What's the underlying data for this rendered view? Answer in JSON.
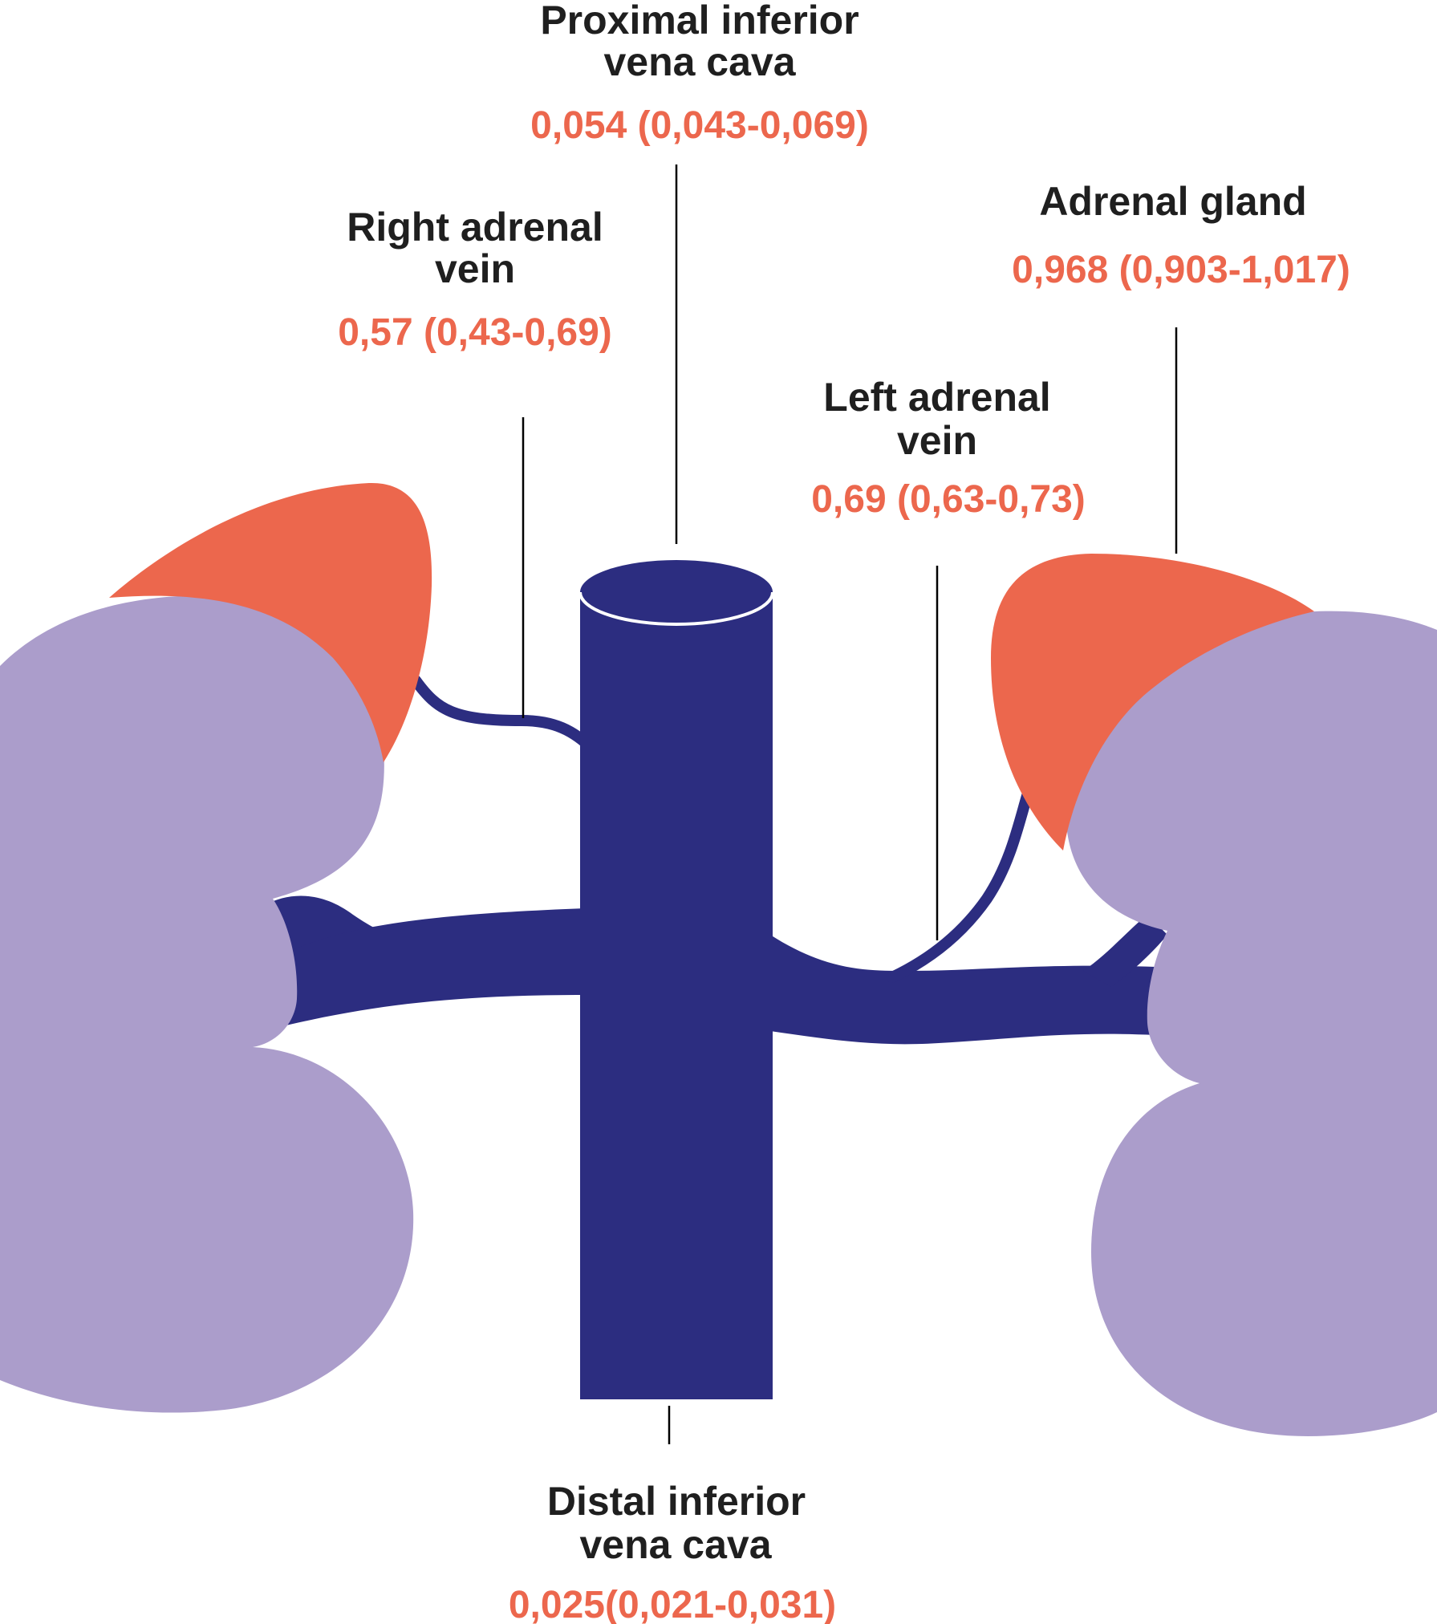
{
  "colors": {
    "kidney": "#ab9dcb",
    "adrenal": "#ec674d",
    "vein": "#2c2d80",
    "value_text": "#ec674d",
    "label_text": "#1f1f1f"
  },
  "labels": {
    "proximal_ivc": {
      "line1": "Proximal inferior",
      "line2": "vena cava",
      "value": "0,054 (0,043-0,069)"
    },
    "right_adrenal_vein": {
      "line1": "Right adrenal",
      "line2": "vein",
      "value": "0,57 (0,43-0,69)"
    },
    "adrenal_gland": {
      "line1": "Adrenal gland",
      "value": "0,968 (0,903-1,017)"
    },
    "left_adrenal_vein": {
      "line1": "Left adrenal",
      "line2": "vein",
      "value": "0,69 (0,63-0,73)"
    },
    "distal_ivc": {
      "line1": "Distal inferior",
      "line2": "vena cava",
      "value": "0,025(0,021-0,031)"
    }
  }
}
